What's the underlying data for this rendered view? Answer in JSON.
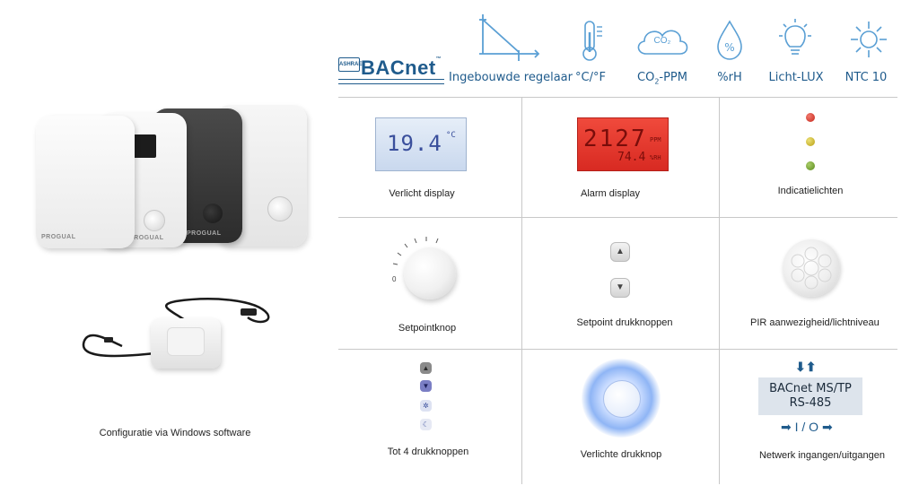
{
  "left": {
    "device_brand": "PROGUAL",
    "caption": "Configuratie via Windows software"
  },
  "features": {
    "bacnet_badge": "ASHRAE",
    "bacnet_logo": "BACnet",
    "controller_label": "Ingebouwde regelaar",
    "temp_label": "°C/°F",
    "co2_icon_text": "CO₂",
    "co2_label_prefix": "CO",
    "co2_label_sub": "2",
    "co2_label_suffix": "-PPM",
    "rh_label": "%rH",
    "lux_label": "Licht-LUX",
    "ntc_label": "NTC 10"
  },
  "cells": {
    "lit_display": {
      "label": "Verlicht display",
      "lcd_value": "19.4",
      "lcd_unit": "°C"
    },
    "alarm_display": {
      "label": "Alarm display",
      "lcd_main": "2127",
      "lcd_main_unit": "PPM",
      "lcd_sub": "74.4",
      "lcd_sub_unit": "%RH"
    },
    "indicators": {
      "label": "Indicatielichten"
    },
    "setpoint_knob": {
      "label": "Setpointknop",
      "knob_mark": "0"
    },
    "setpoint_buttons": {
      "label": "Setpoint drukknoppen",
      "up": "▲",
      "down": "▼"
    },
    "pir": {
      "label": "PIR aanwezigheid/lichtniveau"
    },
    "four_buttons": {
      "label": "Tot 4 drukknoppen",
      "b1": "▲",
      "b2": "▼",
      "b3": "✲",
      "b4": "☾"
    },
    "lit_button": {
      "label": "Verlichte drukknop"
    },
    "network": {
      "label": "Netwerk ingangen/uitgangen",
      "arrows_top": "⬇⬆",
      "line1": "BACnet MS/TP",
      "line2": "RS-485",
      "io_text": "➡ I / O ➡"
    }
  },
  "colors": {
    "accent": "#1f5b8c",
    "led_red": "#d42a1f",
    "led_yellow": "#c9b21a",
    "led_green": "#6ea02a",
    "grid_line": "#c8c8c8"
  }
}
